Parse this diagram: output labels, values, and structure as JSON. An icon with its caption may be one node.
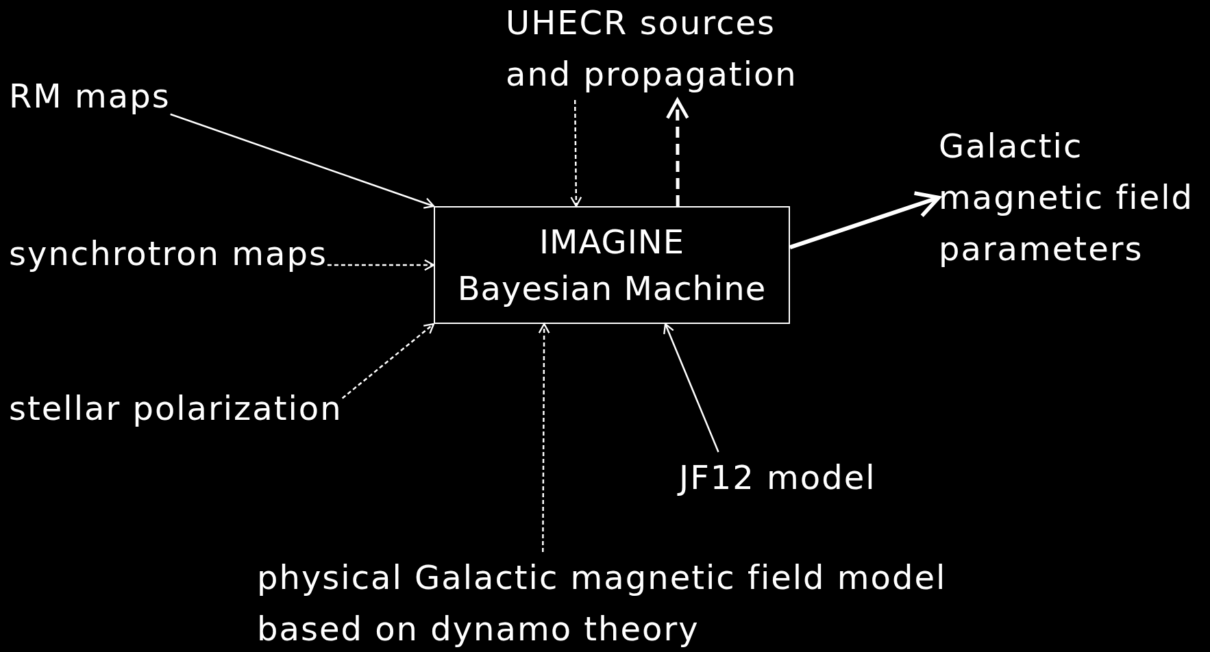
{
  "diagram": {
    "nodes": [
      {
        "text": [
          "RM maps"
        ]
      },
      {
        "text": [
          "synchrotron maps"
        ]
      },
      {
        "text": [
          "stellar polarization"
        ]
      },
      {
        "text": [
          "UHECR sources and propagation"
        ]
      },
      {
        "text": [
          "IMAGINE",
          "Bayesian Machine"
        ]
      },
      {
        "text": [
          "Galactic magnetic field parameters"
        ]
      },
      {
        "text": [
          "JF12 model"
        ]
      },
      {
        "text": [
          "physical Galactic magnetic field model based on dynamo theory"
        ]
      }
    ],
    "edges": [
      {
        "from": 0,
        "to": 4,
        "arrow": "to"
      },
      {
        "from": 1,
        "to": 4,
        "arrow": "to",
        "style": "dashed"
      },
      {
        "from": 2,
        "to": 4,
        "arrow": "to",
        "style": "dashed"
      },
      {
        "from": 3,
        "to": 4,
        "arrow": "to",
        "style": "dashed"
      },
      {
        "from": 4,
        "to": 3,
        "arrow": "to",
        "style": "dashed"
      },
      {
        "from": 4,
        "to": 5,
        "arrow": "to",
        "style": "thick"
      },
      {
        "from": 6,
        "to": 4,
        "arrow": "to"
      },
      {
        "from": 7,
        "to": 4,
        "arrow": "to",
        "style": "dashed"
      }
    ]
  }
}
